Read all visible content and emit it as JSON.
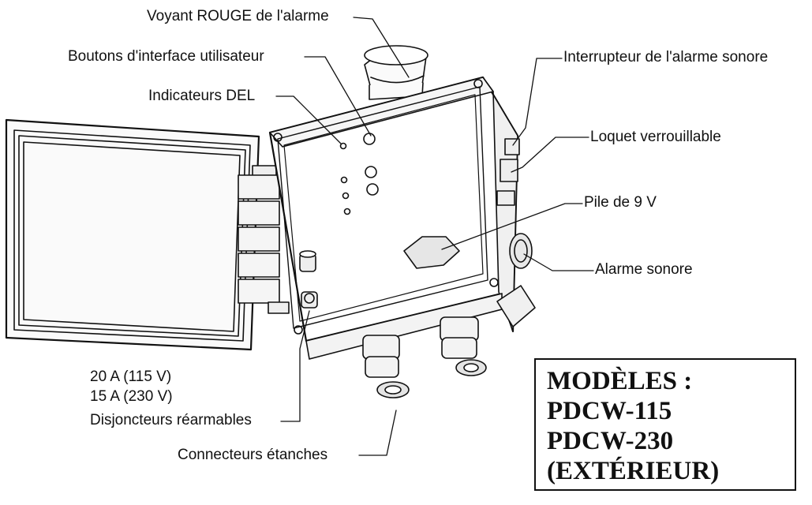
{
  "labels": {
    "red_alarm_light": "Voyant ROUGE de l'alarme",
    "user_interface_buttons": "Boutons d'interface utilisateur",
    "led_indicators": "Indicateurs DEL",
    "audible_alarm_switch": "Interrupteur de l'alarme sonore",
    "lockable_latch": "Loquet verrouillable",
    "battery_9v": "Pile de 9 V",
    "audible_alarm": "Alarme sonore",
    "breaker_20a": "20 A (115 V)",
    "breaker_15a": "15 A (230 V)",
    "resettable_breakers": "Disjoncteurs réarmables",
    "watertight_connectors": "Connecteurs étanches"
  },
  "models": {
    "heading": "MODÈLES :",
    "items": [
      "PDCW-115",
      "PDCW-230",
      "(EXTÉRIEUR)"
    ]
  },
  "colors": {
    "line": "#111111",
    "fill_light": "#f2f2f2",
    "fill_mid": "#d9d9d9",
    "background": "#ffffff"
  }
}
